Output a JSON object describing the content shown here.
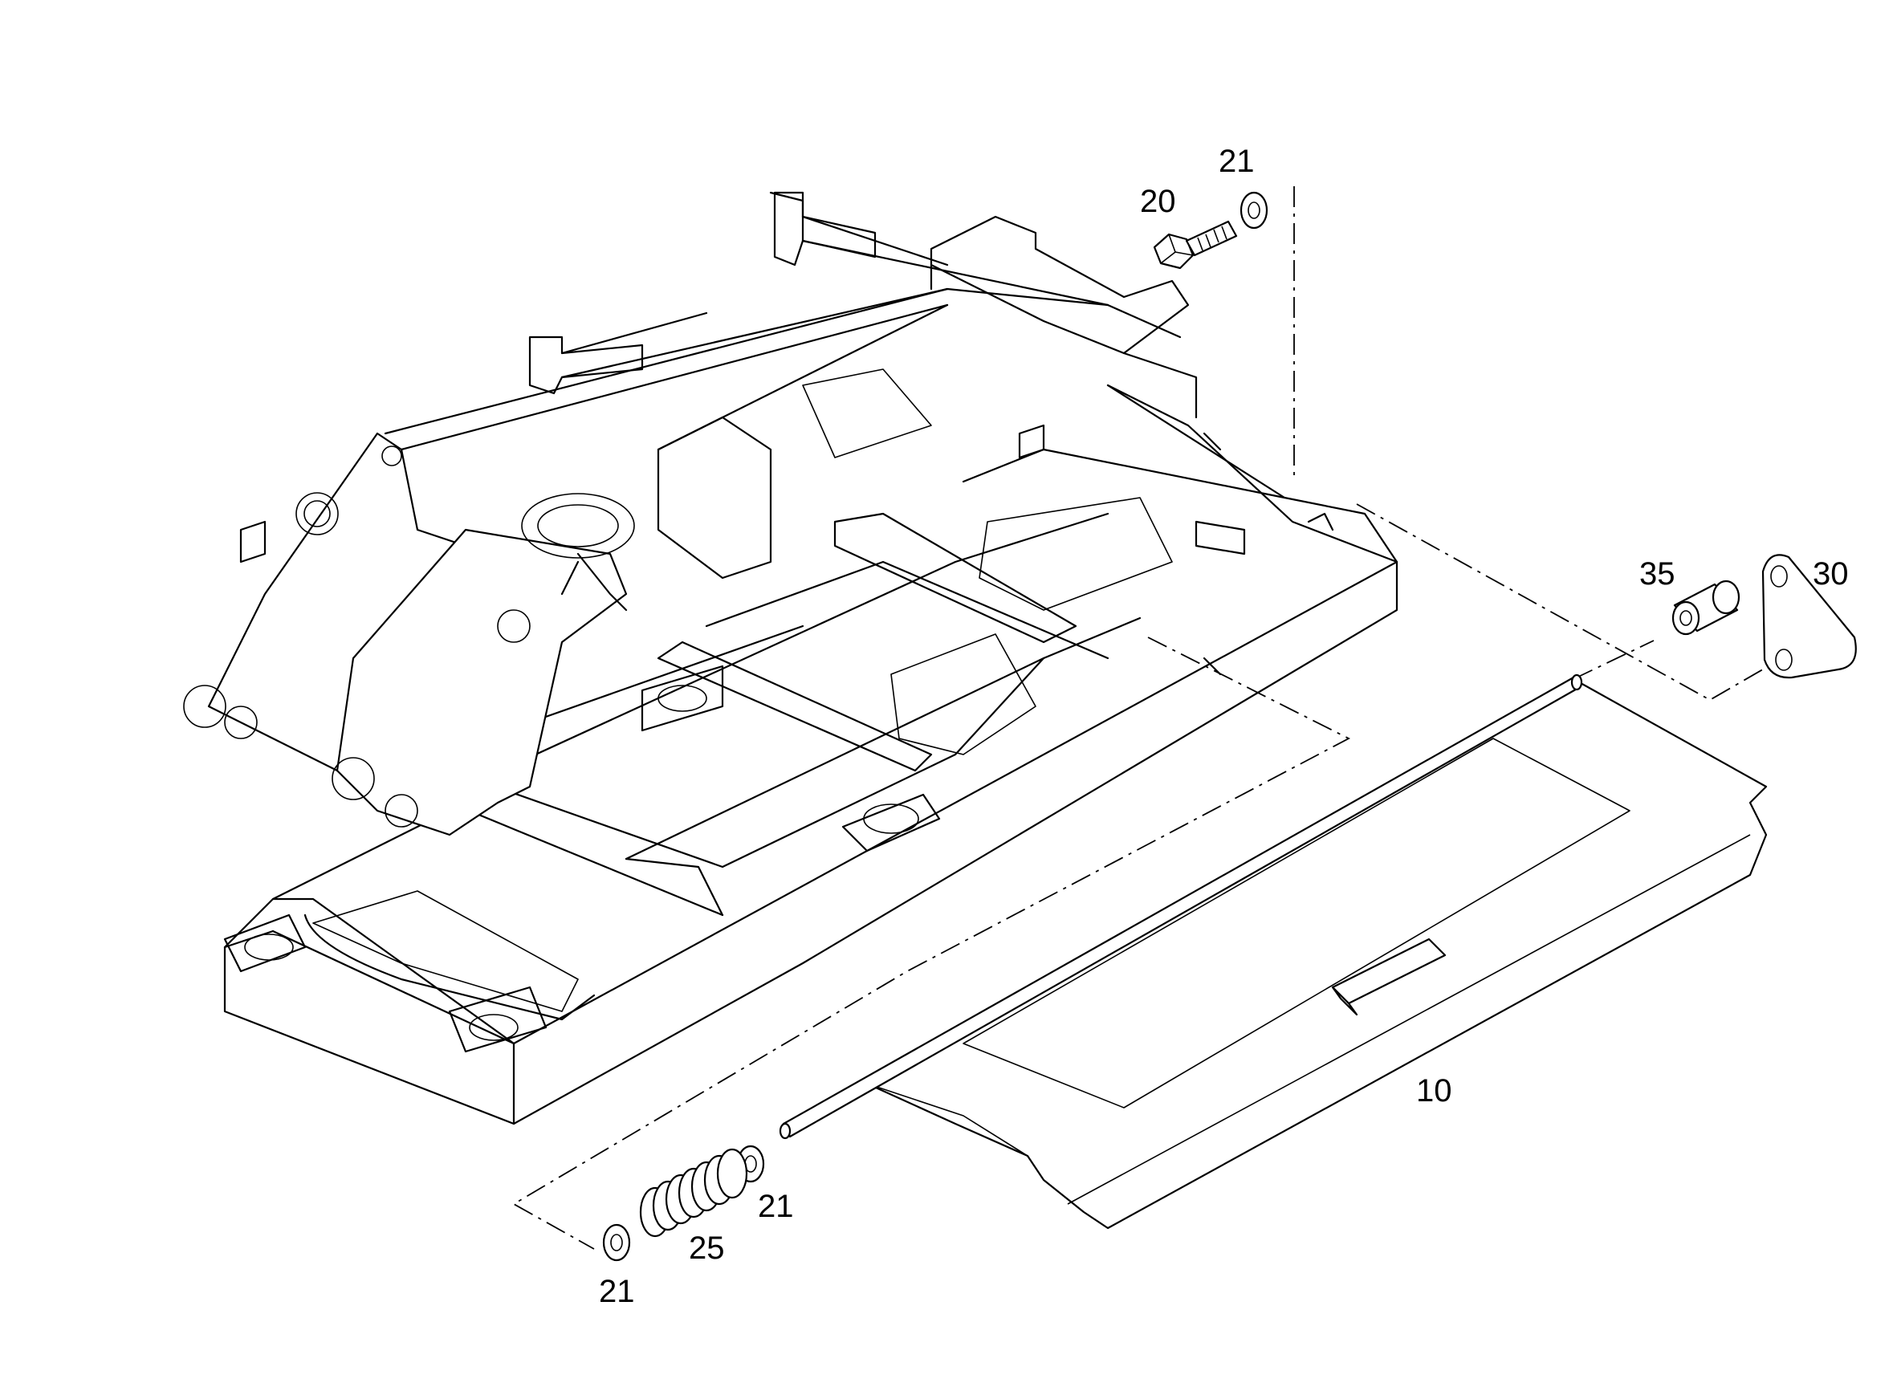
{
  "callouts": {
    "p10": "10",
    "p20": "20",
    "p21a": "21",
    "p21b": "21",
    "p21c": "21",
    "p25": "25",
    "p30": "30",
    "p35": "35"
  },
  "colors": {
    "line": "#000000",
    "background": "#ffffff"
  }
}
